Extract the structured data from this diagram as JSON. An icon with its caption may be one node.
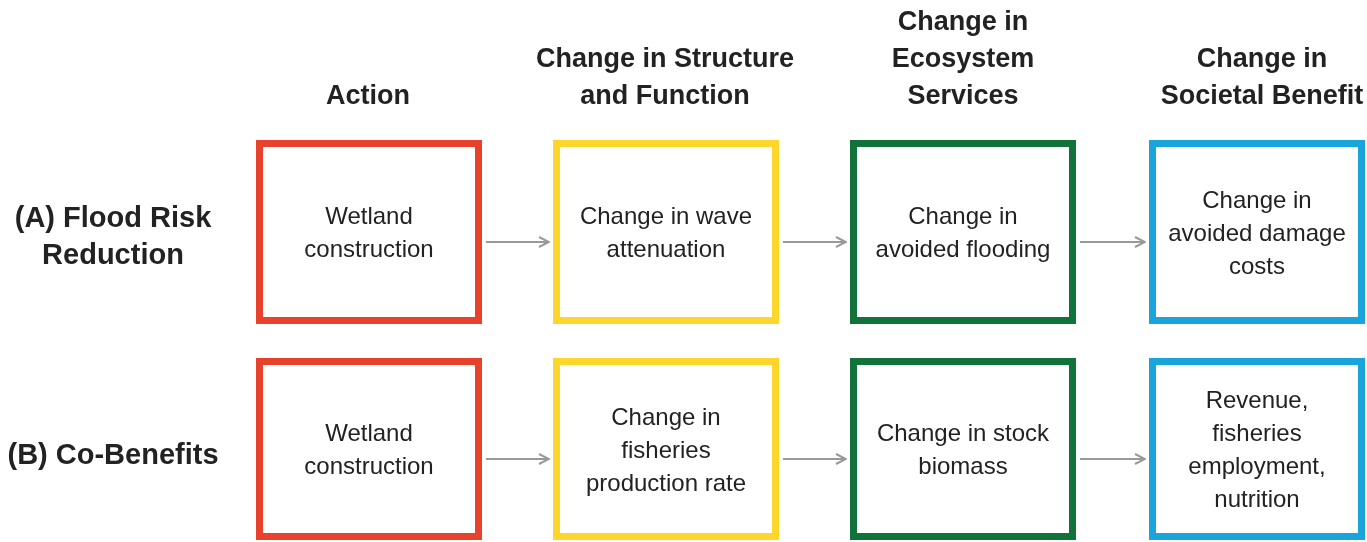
{
  "diagram": {
    "nodes": [
      {
        "text": [
          "Wetland construction"
        ]
      },
      {
        "text": [
          "Change in wave attenuation"
        ]
      },
      {
        "text": [
          "Change in avoided flooding"
        ]
      },
      {
        "text": [
          "Change in avoided damage costs"
        ]
      },
      {
        "text": [
          "Wetland construction"
        ]
      },
      {
        "text": [
          "Change in fisheries production rate"
        ]
      },
      {
        "text": [
          "Change in stock biomass"
        ]
      },
      {
        "text": [
          "Revenue, fisheries employment, nutrition"
        ]
      }
    ],
    "edges": [
      {
        "from": 0,
        "to": 1,
        "arrow": "to"
      },
      {
        "from": 1,
        "to": 2,
        "arrow": "to"
      },
      {
        "from": 2,
        "to": 3,
        "arrow": "to"
      },
      {
        "from": 4,
        "to": 5,
        "arrow": "to"
      },
      {
        "from": 5,
        "to": 6,
        "arrow": "to"
      },
      {
        "from": 6,
        "to": 7,
        "arrow": "to"
      }
    ],
    "labels": [
      "Action",
      "Change in Structure and Function",
      "Change in Ecosystem Services",
      "Change in Societal Benefit",
      "(A) Flood Risk Reduction",
      "(B) Co-Benefits"
    ]
  }
}
